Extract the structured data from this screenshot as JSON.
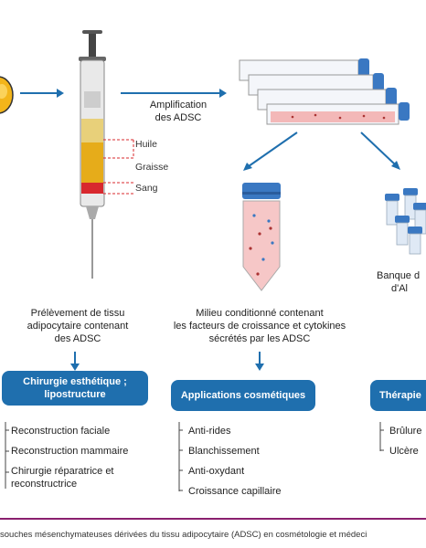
{
  "step1": {
    "amplification_line1": "Amplification",
    "amplification_line2": "des ADSC",
    "syringe_labels": [
      "Huile",
      "Graisse",
      "Sang"
    ]
  },
  "branch_descriptions": {
    "left": [
      "Prélèvement de tissu",
      "adipocytaire contenant",
      "des ADSC"
    ],
    "center": [
      "Milieu conditionné contenant",
      "les facteurs de croissance et cytokines",
      "sécrétés par les ADSC"
    ],
    "right": [
      "Banque d",
      "d'Al"
    ]
  },
  "boxes": {
    "left": [
      "Chirurgie esthétique ;",
      "lipostructure"
    ],
    "center": "Applications cosmétiques",
    "right": "Thérapie"
  },
  "lists": {
    "left": [
      "Reconstruction faciale",
      "Reconstruction mammaire",
      "Chirurgie réparatrice et",
      "reconstructrice"
    ],
    "center": [
      "Anti-rides",
      "Blanchissement",
      "Anti-oxydant",
      "Croissance capillaire"
    ],
    "right": [
      "Brûlure",
      "Ulcère"
    ]
  },
  "caption": "souches mésenchymateuses dérivées du tissu adipocytaire (ADSC) en cosmétologie et médeci",
  "colors": {
    "accent_blue": "#1f6fae",
    "arrow_blue": "#1f6fae",
    "divider_purple": "#8a1f6e",
    "fat_yellow": "#f0b400",
    "blood_red": "#d8282e",
    "cap_blue": "#3a78c2"
  }
}
